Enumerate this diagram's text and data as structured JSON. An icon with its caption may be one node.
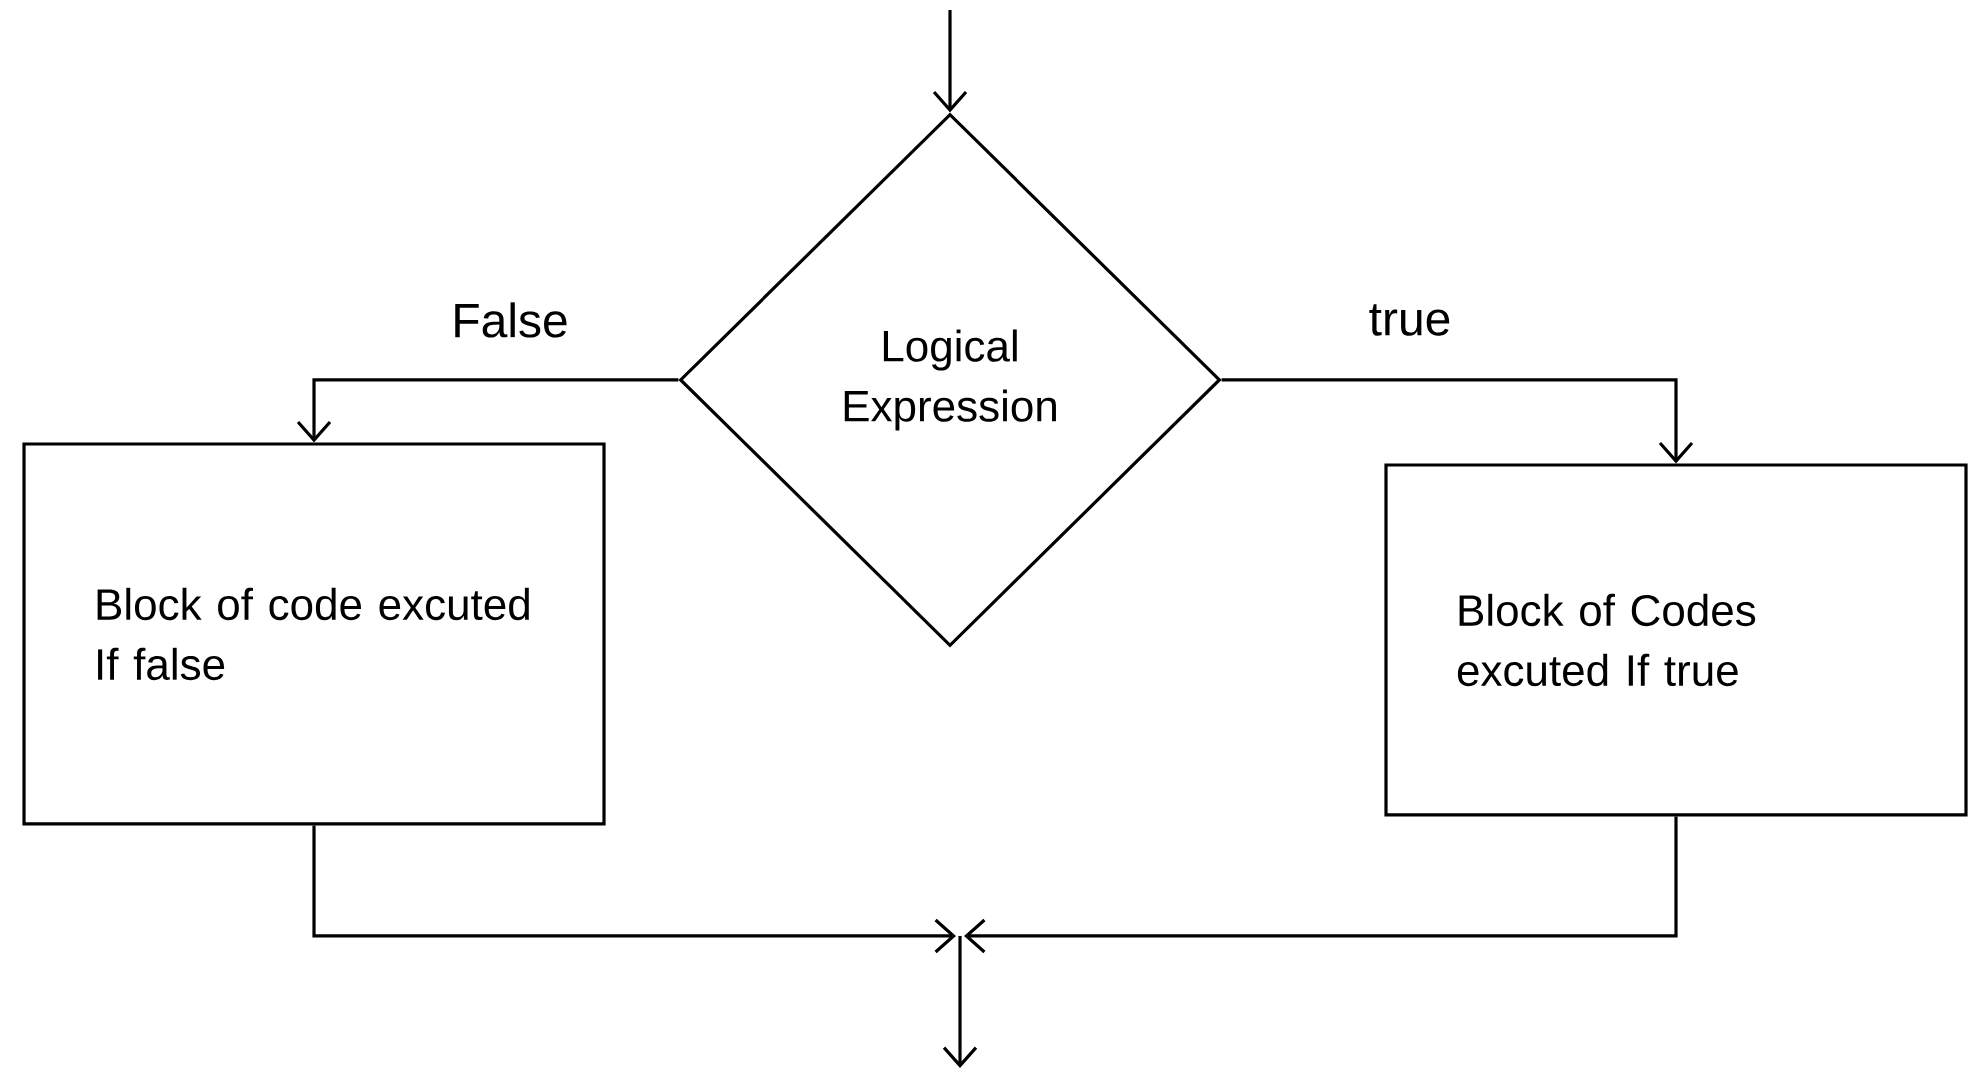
{
  "diagram": {
    "nodes": [
      {
        "text": [
          "Logical Expression"
        ]
      },
      {
        "text": [
          "Block of code excuted If false"
        ]
      },
      {
        "text": [
          "Block of Codes excuted If true"
        ]
      }
    ],
    "edges": [
      {
        "from": null,
        "to": 0,
        "arrow": "to"
      },
      {
        "from": 0,
        "to": 1,
        "arrow": "to",
        "label": "False"
      },
      {
        "from": 0,
        "to": 2,
        "arrow": "to",
        "label": "true"
      },
      {
        "from": 1,
        "to": null,
        "arrow": "to"
      },
      {
        "from": 2,
        "to": null,
        "arrow": "to"
      }
    ]
  }
}
